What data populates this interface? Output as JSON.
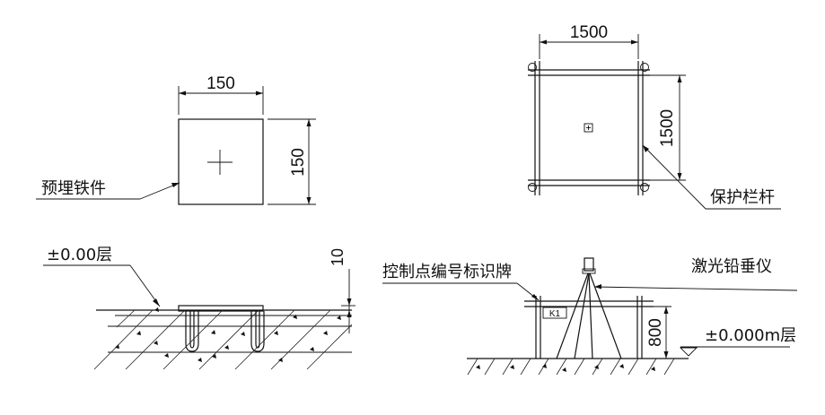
{
  "top_left": {
    "width_dim": "150",
    "height_dim": "150",
    "label": "预埋铁件"
  },
  "top_right": {
    "width_dim": "1500",
    "height_dim": "1500",
    "label": "保护栏杆"
  },
  "bottom_left": {
    "level_label": "±0.00层",
    "dim": "10"
  },
  "bottom_right": {
    "control_label": "控制点编号标识牌",
    "instrument_label": "激光铅垂仪",
    "sign_text": "K1",
    "height_dim": "800",
    "level_label": "±0.000m层"
  }
}
